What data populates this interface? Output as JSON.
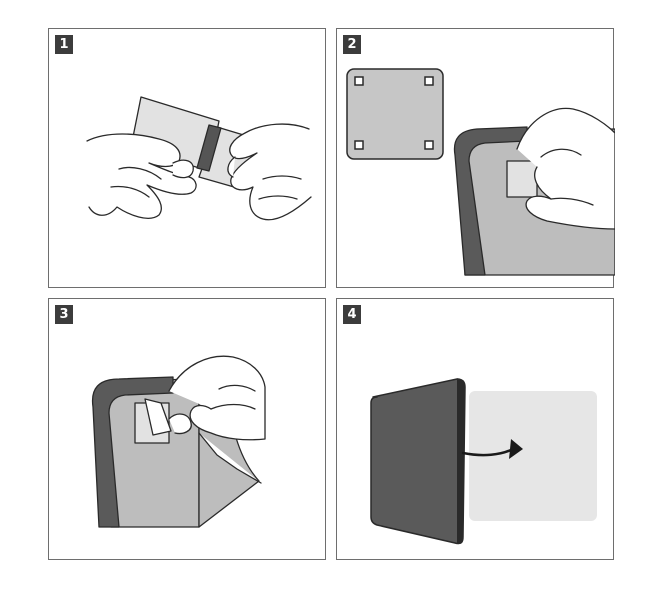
{
  "steps": [
    {
      "number": "1",
      "icon": "peel-adhesive-pad-icon"
    },
    {
      "number": "2",
      "icon": "attach-pad-to-corner-icon"
    },
    {
      "number": "3",
      "icon": "remove-backing-film-icon"
    },
    {
      "number": "4",
      "icon": "mount-to-wall-icon"
    }
  ],
  "colors": {
    "frame": "#5a5a5a",
    "panel": "#bdbdbd",
    "wall": "#e6e6e6",
    "outline": "#2a2a2a"
  }
}
